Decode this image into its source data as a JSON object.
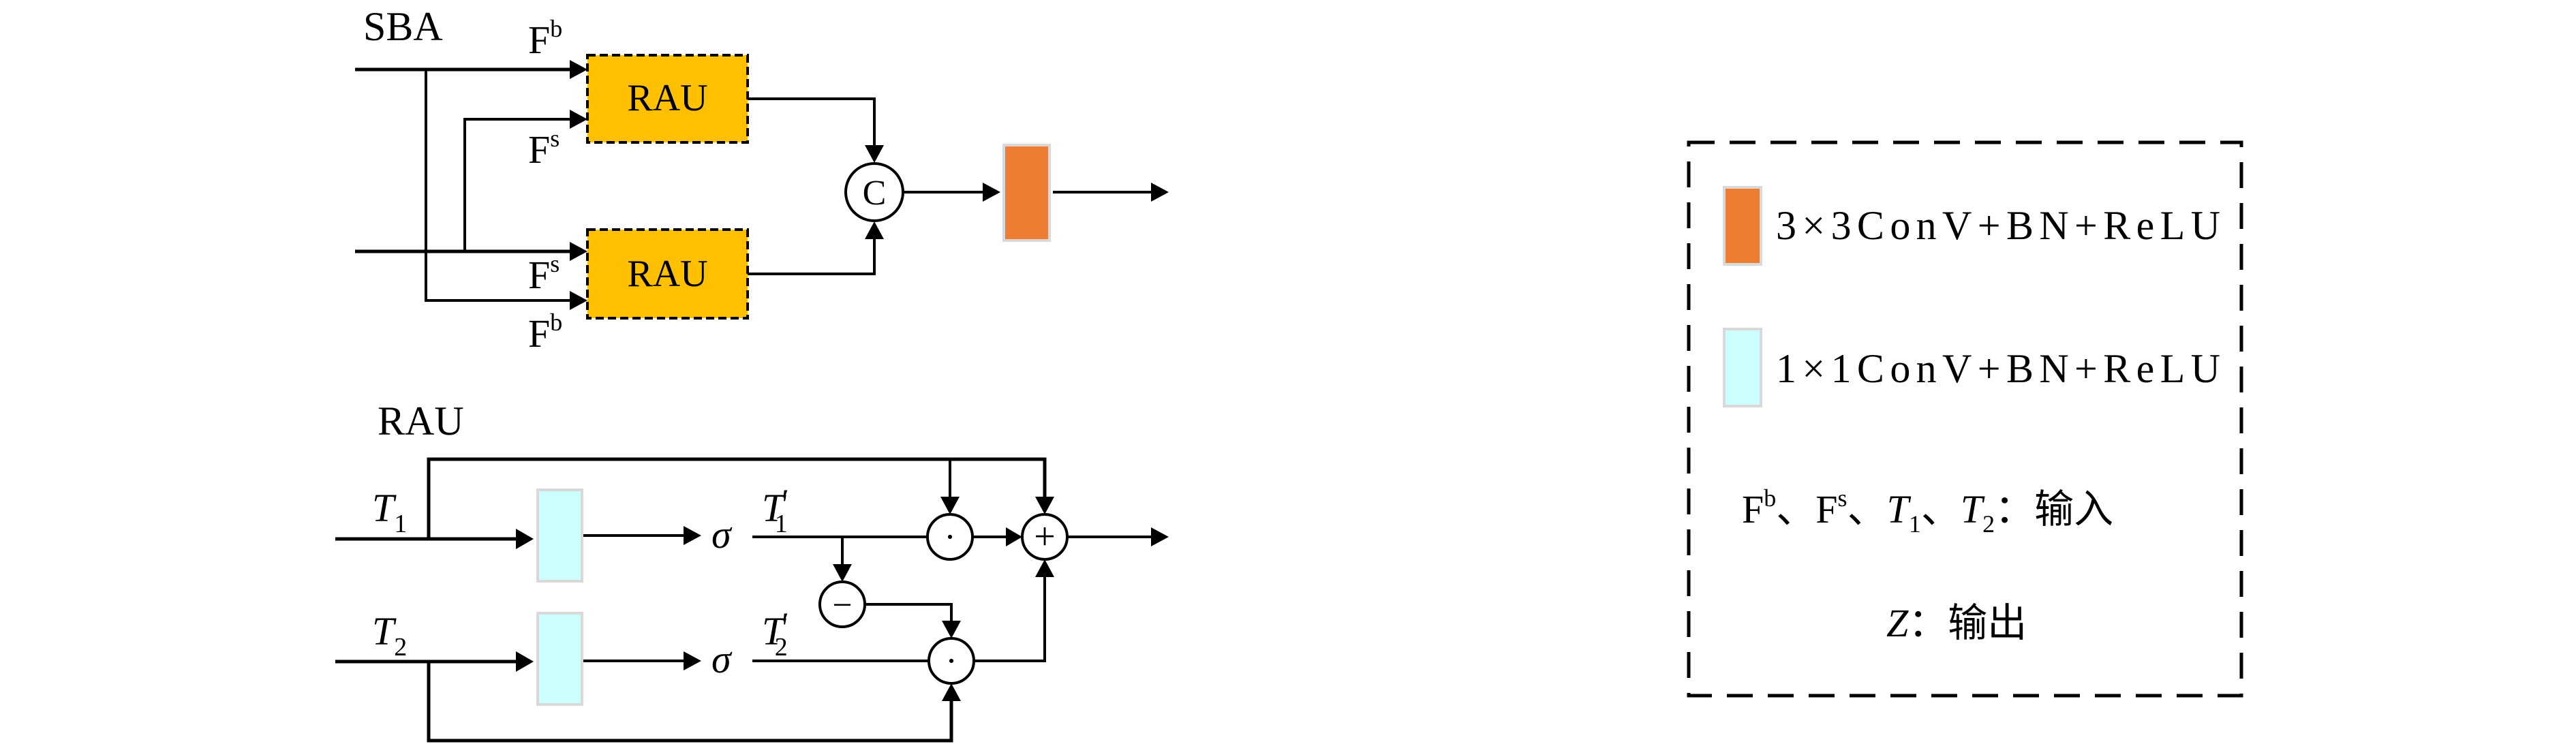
{
  "sba": {
    "title": "SBA",
    "rau_top_label": "RAU",
    "rau_bottom_label": "RAU",
    "concat_symbol": "C",
    "labels": {
      "fb_top": "F",
      "fb_top_sup": "b",
      "fs_top": "F",
      "fs_top_sup": "s",
      "fs_bottom": "F",
      "fs_bottom_sup": "s",
      "fb_bottom": "F",
      "fb_bottom_sup": "b"
    }
  },
  "rau": {
    "title": "RAU",
    "t1": "T",
    "t1_sub": "1",
    "t2": "T",
    "t2_sub": "2",
    "sigma1": "σ",
    "sigma2": "σ",
    "t1p": "T",
    "t1p_sub": "1",
    "t1p_prime": "′",
    "t2p": "T",
    "t2p_sub": "2",
    "t2p_prime": "′",
    "dot_symbol": "·",
    "minus_symbol": "−",
    "plus_symbol": "+"
  },
  "legend": {
    "conv3": "3×3ConV+BN+ReLU",
    "conv1": "1×1ConV+BN+ReLU",
    "inputs": {
      "fb": "F",
      "fb_sup": "b",
      "sep1": "、",
      "fs": "F",
      "fs_sup": "s",
      "sep2": "、",
      "t1": "T",
      "t1_sub": "1",
      "sep3": "、",
      "t2": "T",
      "t2_sub": "2",
      "colon": "：",
      "desc": "输入"
    },
    "output": {
      "z": "Z",
      "colon": "：",
      "desc": "输出"
    }
  },
  "colors": {
    "rau_fill": "#FFC000",
    "conv3_fill": "#ED7D31",
    "conv1_fill": "#CCFFFF",
    "block_border": "#D9D9D9"
  }
}
